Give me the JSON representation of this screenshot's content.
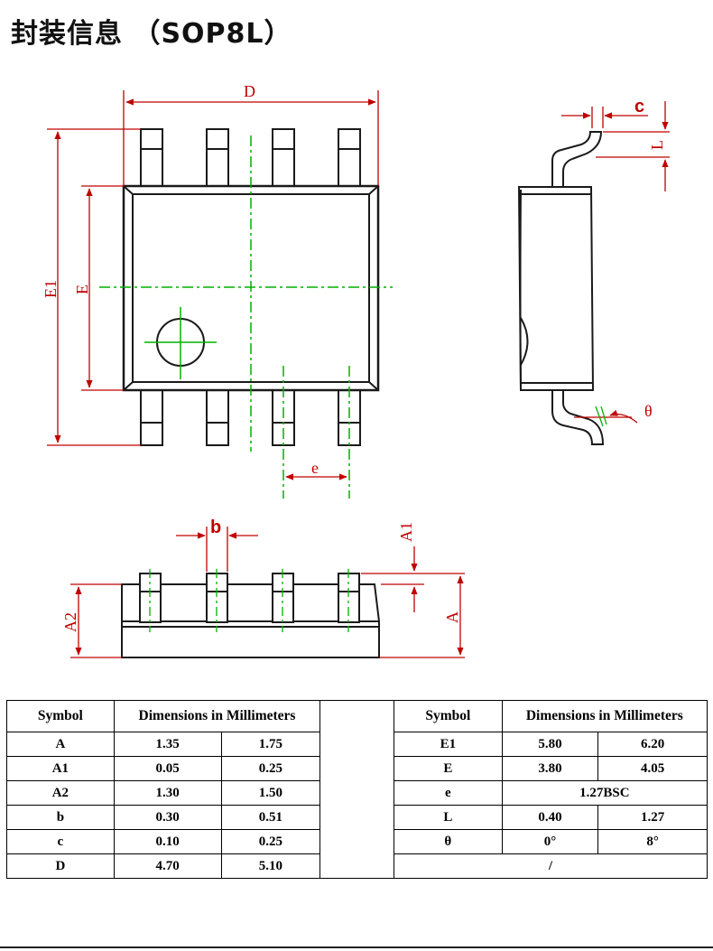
{
  "title": "封装信息 （SOP8L）",
  "drawing": {
    "labels": {
      "D": "D",
      "E1": "E1",
      "E": "E",
      "e": "e",
      "c": "c",
      "L": "L",
      "theta": "θ",
      "b": "b",
      "A1": "A1",
      "A2": "A2",
      "A": "A"
    },
    "colors": {
      "outline": "#1a1a1a",
      "dimension": "#c00000",
      "centerline": "#00b000"
    }
  },
  "table_left": {
    "headers": {
      "symbol": "Symbol",
      "dims": "Dimensions in Millimeters"
    },
    "rows": [
      {
        "symbol": "A",
        "min": "1.35",
        "max": "1.75"
      },
      {
        "symbol": "A1",
        "min": "0.05",
        "max": "0.25"
      },
      {
        "symbol": "A2",
        "min": "1.30",
        "max": "1.50"
      },
      {
        "symbol": "b",
        "min": "0.30",
        "max": "0.51"
      },
      {
        "symbol": "c",
        "min": "0.10",
        "max": "0.25"
      },
      {
        "symbol": "D",
        "min": "4.70",
        "max": "5.10"
      }
    ]
  },
  "table_right": {
    "headers": {
      "symbol": "Symbol",
      "dims": "Dimensions in Millimeters"
    },
    "rows": [
      {
        "symbol": "E1",
        "min": "5.80",
        "max": "6.20"
      },
      {
        "symbol": "E",
        "min": "3.80",
        "max": "4.05"
      },
      {
        "symbol": "e",
        "value": "1.27BSC"
      },
      {
        "symbol": "L",
        "min": "0.40",
        "max": "1.27"
      },
      {
        "symbol": "θ",
        "min": "0°",
        "max": "8°"
      }
    ],
    "footer": "/"
  }
}
